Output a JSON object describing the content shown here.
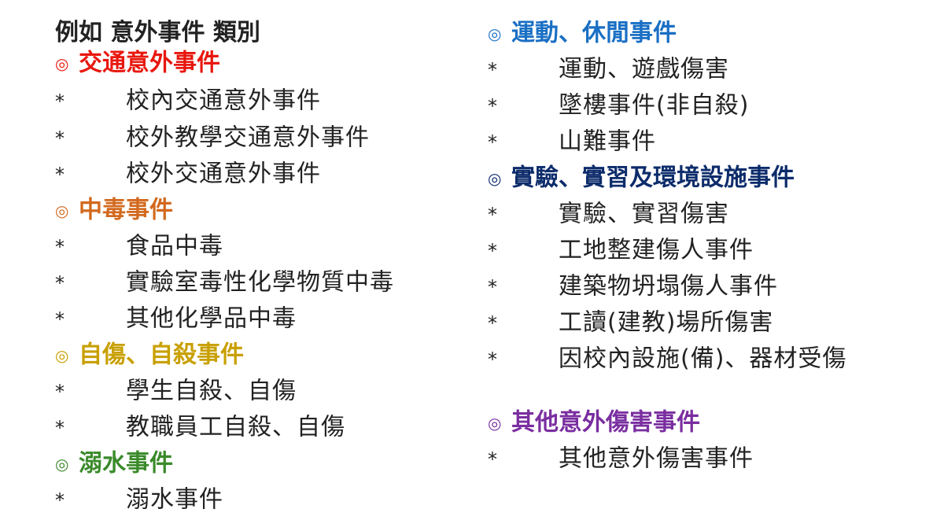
{
  "title": "例如  意外事件  類別",
  "bullet_glyph": "◎",
  "star_glyph": "*",
  "colors": {
    "traffic": "#e8180f",
    "poison": "#d2691e",
    "self_harm": "#c8a000",
    "drowning": "#3a8a2a",
    "sports": "#1a6fc4",
    "lab": "#0d2c6b",
    "other": "#7a2ea0",
    "text": "#222222"
  },
  "left": {
    "groups": [
      {
        "heading": "交通意外事件",
        "items": [
          "校內交通意外事件",
          "校外教學交通意外事件",
          "校外交通意外事件"
        ]
      },
      {
        "heading": "中毒事件",
        "items": [
          "食品中毒",
          "實驗室毒性化學物質中毒",
          "其他化學品中毒"
        ]
      },
      {
        "heading": "自傷、自殺事件",
        "items": [
          "學生自殺、自傷",
          "教職員工自殺、自傷"
        ]
      },
      {
        "heading": "溺水事件",
        "items": [
          "溺水事件"
        ]
      }
    ]
  },
  "right": {
    "groups": [
      {
        "heading": "運動、休閒事件",
        "items": [
          "運動、遊戲傷害",
          "墜樓事件(非自殺)",
          "山難事件"
        ]
      },
      {
        "heading": "實驗、實習及環境設施事件",
        "items": [
          "實驗、實習傷害",
          "工地整建傷人事件",
          "建築物坍塌傷人事件",
          "工讀(建教)場所傷害",
          "因校內設施(備)、器材受傷"
        ]
      },
      {
        "heading": "其他意外傷害事件",
        "items": [
          "其他意外傷害事件"
        ]
      }
    ]
  }
}
